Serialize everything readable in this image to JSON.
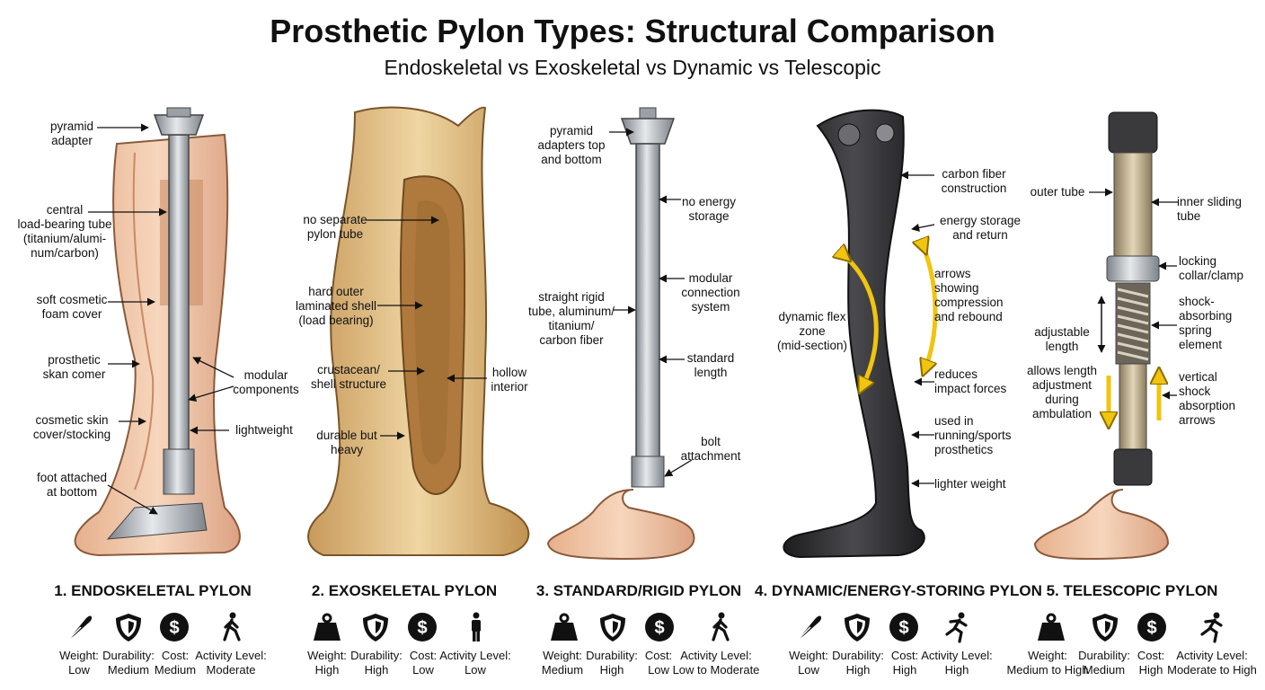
{
  "title": "Prosthetic Pylon Types: Structural Comparison",
  "subtitle": "Endoskeletal vs Exoskeletal vs Dynamic vs Telescopic",
  "colors": {
    "skin": "#f0c8a8",
    "wood": "#e2c187",
    "metal": "#b9bec4",
    "carbon": "#2e2e31",
    "arrow_yellow": "#f1c40f"
  },
  "pylons": [
    {
      "title": "1. ENDOSKELETAL PYLON",
      "annotations": [
        "pyramid\nadapter",
        "central\nload-bearing tube\n(titanium/alumi-\nnum/carbon)",
        "soft cosmetic\nfoam cover",
        "prosthetic\nskan comer",
        "modular\ncomponents",
        "cosmetic skin\ncover/stocking",
        "lightweight",
        "foot attached\nat bottom"
      ],
      "ratings": [
        "Weight:\nLow",
        "Durability:\nMedium",
        "Cost:\nMedium",
        "Activity Level:\nModerate"
      ],
      "icons": [
        "feather-icon",
        "shield-icon",
        "dollar-icon",
        "walking-icon"
      ]
    },
    {
      "title": "2. EXOSKELETAL PYLON",
      "annotations": [
        "no separate\npylon tube",
        "hard outer\nlaminated shell\n(load bearing)",
        "crustacean/\nshell structure",
        "hollow\ninterior",
        "durable but\nheavy"
      ],
      "ratings": [
        "Weight:\nHigh",
        "Durability:\nHigh",
        "Cost:\nLow",
        "Activity Level:\nLow"
      ],
      "icons": [
        "weight-icon",
        "shield-icon",
        "dollar-icon",
        "standing-icon"
      ]
    },
    {
      "title": "3. STANDARD/RIGID PYLON",
      "annotations": [
        "pyramid\nadapters top\nand bottom",
        "no energy\nstorage",
        "modular\nconnection\nsystem",
        "straight rigid\ntube, aluminum/\ntitanium/\ncarbon fiber",
        "standard\nlength",
        "bolt\nattachment"
      ],
      "ratings": [
        "Weight:\nMedium",
        "Durability:\nHigh",
        "Cost:\nLow",
        "Activity Level:\nLow to Moderate"
      ],
      "icons": [
        "weight-icon",
        "shield-icon",
        "dollar-icon",
        "walking-icon"
      ]
    },
    {
      "title": "4. DYNAMIC/ENERGY-STORING PYLON",
      "annotations": [
        "carbon fiber\nconstruction",
        "energy storage\nand return",
        "arrows\nshowing\ncompression\nand rebound",
        "dynamic flex\nzone\n(mid-section)",
        "reduces\nimpact forces",
        "used in\nrunning/sports\nprosthetics",
        "lighter weight"
      ],
      "ratings": [
        "Weight:\nLow",
        "Durability:\nHigh",
        "Cost:\nHigh",
        "Activity Level:\nHigh"
      ],
      "icons": [
        "feather-icon",
        "shield-icon",
        "dollar-icon",
        "running-icon"
      ]
    },
    {
      "title": "5. TELESCOPIC PYLON",
      "annotations": [
        "outer tube",
        "inner sliding\ntube",
        "locking\ncollar/clamp",
        "shock-\nabsorbing\nspring\nelement",
        "adjustable\nlength",
        "allows length\nadjustment\nduring\nambulation",
        "vertical\nshock\nabsorption\narrows"
      ],
      "ratings": [
        "Weight:\nMedium to High",
        "Durability:\nMedium",
        "Cost:\nHigh",
        "Activity Level:\nModerate to High"
      ],
      "icons": [
        "weight-icon",
        "shield-icon",
        "dollar-icon",
        "running-icon"
      ]
    }
  ],
  "dollar_glyph": "$"
}
